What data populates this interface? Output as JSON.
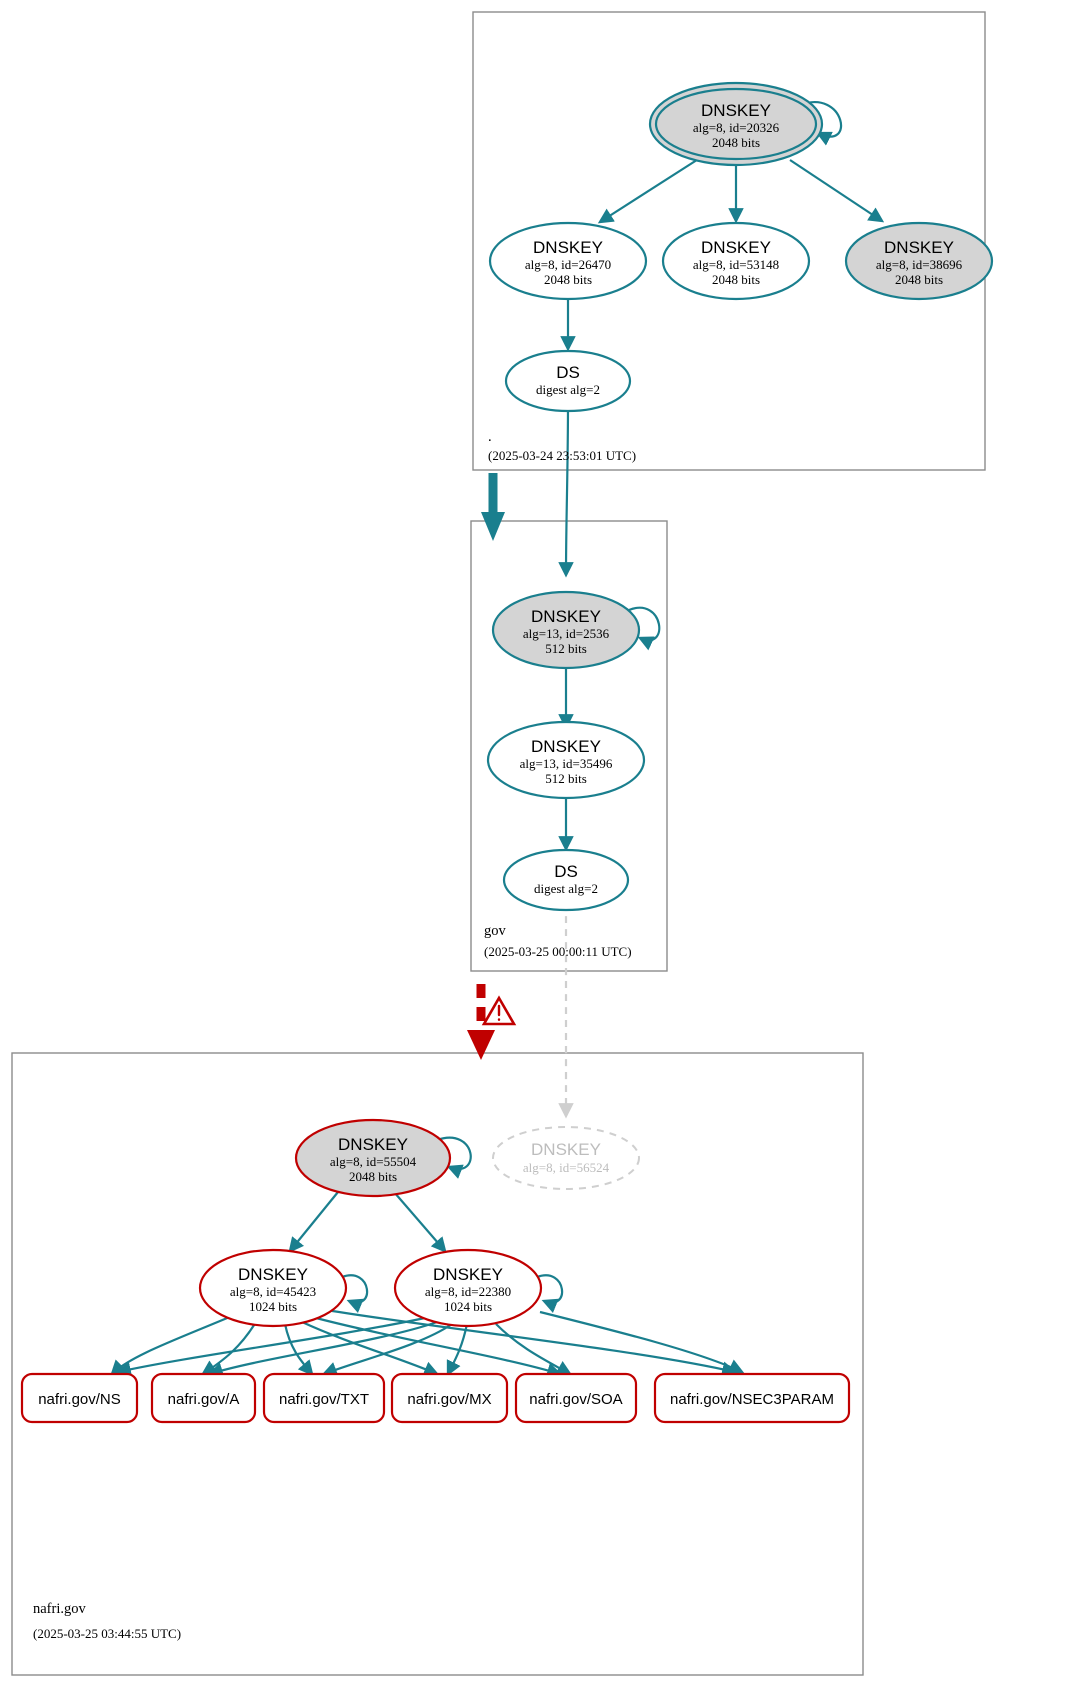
{
  "diagram": {
    "title": "DNSSEC authentication chain",
    "colors": {
      "edge": "#1a7f8e",
      "secure_border": "#1a7f8e",
      "bogus_border": "#c00000",
      "insecure": "#cfcfcf",
      "key_fill": "#d4d4d4",
      "zone_border": "#8c8c8c"
    }
  },
  "zones": [
    {
      "id": "root",
      "label": ".",
      "timestamp": "(2025-03-24 23:53:01 UTC)",
      "nodes": [
        {
          "id": "r-ksk",
          "type": "DNSKEY",
          "line2": "alg=8, id=20326",
          "line3": "2048 bits",
          "role": "ksk-trust-anchor"
        },
        {
          "id": "r-zsk1",
          "type": "DNSKEY",
          "line2": "alg=8, id=26470",
          "line3": "2048 bits",
          "role": "zsk"
        },
        {
          "id": "r-zsk2",
          "type": "DNSKEY",
          "line2": "alg=8, id=53148",
          "line3": "2048 bits",
          "role": "zsk"
        },
        {
          "id": "r-zsk3",
          "type": "DNSKEY",
          "line2": "alg=8, id=38696",
          "line3": "2048 bits",
          "role": "zsk-sep"
        },
        {
          "id": "r-ds",
          "type": "DS",
          "line2": "digest alg=2",
          "line3": "",
          "role": "ds"
        }
      ]
    },
    {
      "id": "gov",
      "label": "gov",
      "timestamp": "(2025-03-25 00:00:11 UTC)",
      "nodes": [
        {
          "id": "g-ksk",
          "type": "DNSKEY",
          "line2": "alg=13, id=2536",
          "line3": "512 bits",
          "role": "ksk"
        },
        {
          "id": "g-zsk",
          "type": "DNSKEY",
          "line2": "alg=13, id=35496",
          "line3": "512 bits",
          "role": "zsk"
        },
        {
          "id": "g-ds",
          "type": "DS",
          "line2": "digest alg=2",
          "line3": "",
          "role": "ds"
        }
      ]
    },
    {
      "id": "nafri",
      "label": "nafri.gov",
      "timestamp": "(2025-03-25 03:44:55 UTC)",
      "nodes": [
        {
          "id": "n-ksk",
          "type": "DNSKEY",
          "line2": "alg=8, id=55504",
          "line3": "2048 bits",
          "role": "ksk-bogus"
        },
        {
          "id": "n-ghost",
          "type": "DNSKEY",
          "line2": "alg=8, id=56524",
          "line3": "",
          "role": "insecure"
        },
        {
          "id": "n-zsk1",
          "type": "DNSKEY",
          "line2": "alg=8, id=45423",
          "line3": "1024 bits",
          "role": "zsk-bogus"
        },
        {
          "id": "n-zsk2",
          "type": "DNSKEY",
          "line2": "alg=8, id=22380",
          "line3": "1024 bits",
          "role": "zsk-bogus"
        }
      ],
      "rrsets": [
        {
          "id": "rr-ns",
          "label": "nafri.gov/NS"
        },
        {
          "id": "rr-a",
          "label": "nafri.gov/A"
        },
        {
          "id": "rr-txt",
          "label": "nafri.gov/TXT"
        },
        {
          "id": "rr-mx",
          "label": "nafri.gov/MX"
        },
        {
          "id": "rr-soa",
          "label": "nafri.gov/SOA"
        },
        {
          "id": "rr-nsec",
          "label": "nafri.gov/NSEC3PARAM"
        }
      ]
    }
  ],
  "delegations": [
    {
      "id": "root-to-gov",
      "style": "secure-thick",
      "status": "secure"
    },
    {
      "id": "gov-to-nafri",
      "style": "bogus-dashed",
      "status": "bogus",
      "icon": "warning-triangle-icon"
    }
  ]
}
